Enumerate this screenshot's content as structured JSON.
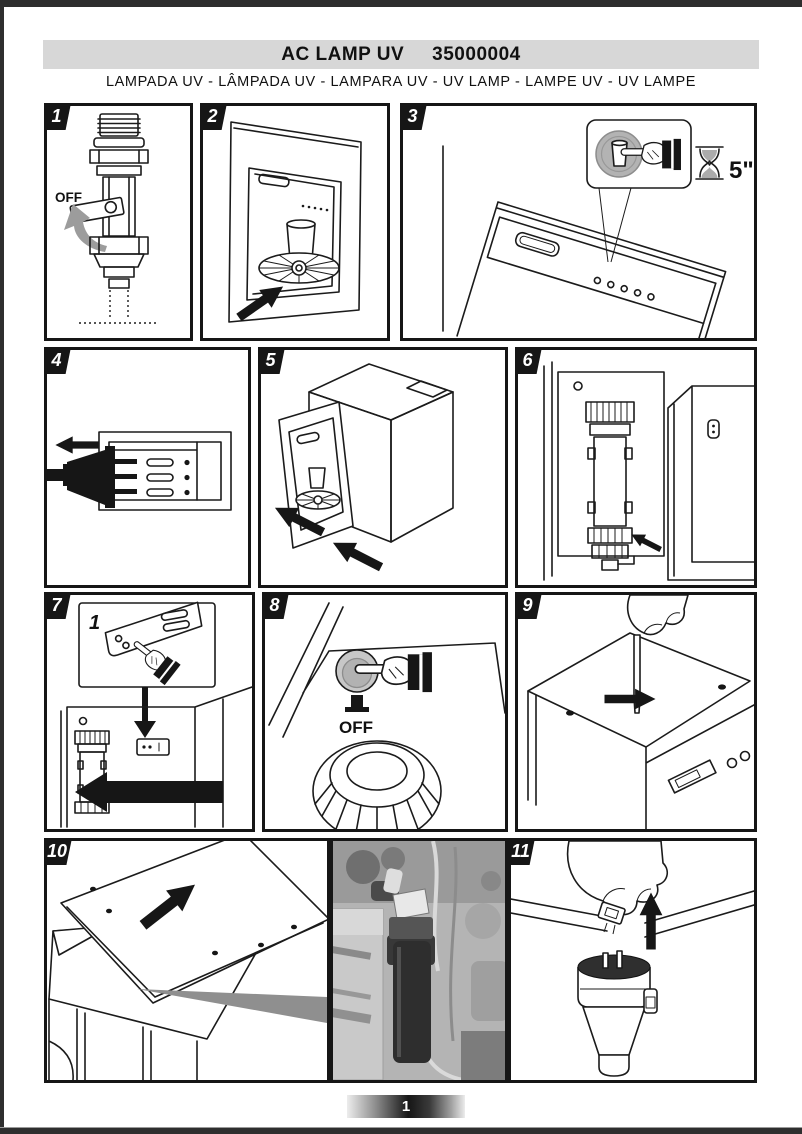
{
  "header": {
    "title": "AC LAMP UV",
    "code": "35000004",
    "subtitle": "LAMPADA UV  -  LÂMPADA UV  - LAMPARA UV  -  UV LAMP  -  LAMPE UV  -  UV LAMPE"
  },
  "panels": [
    {
      "number": "1",
      "illustration": "turn-water-valve-off",
      "off_label": "OFF"
    },
    {
      "number": "2",
      "illustration": "dispenser-niche-with-glass"
    },
    {
      "number": "3",
      "illustration": "press-glass-button-5-seconds",
      "wait_label": "5\"",
      "icons": [
        "glass-button-icon",
        "pointing-hand-icon",
        "hourglass-icon"
      ]
    },
    {
      "number": "4",
      "illustration": "unplug-power-connector"
    },
    {
      "number": "5",
      "illustration": "remove-front-panel-from-unit"
    },
    {
      "number": "6",
      "illustration": "uv-lamp-beside-cabinet"
    },
    {
      "number": "7",
      "illustration": "press-bracket-tab-and-slide-left",
      "inset_number": "1"
    },
    {
      "number": "8",
      "illustration": "switch-lamp-off",
      "off_label": "OFF",
      "icons": [
        "round-button-icon",
        "pointing-hand-icon",
        "plug-icon"
      ]
    },
    {
      "number": "9",
      "illustration": "unscrew-top-cover"
    },
    {
      "number": "10",
      "illustration": "lift-top-cover"
    },
    {
      "number": "11",
      "illustration": "pull-lamp-connector-upward"
    }
  ],
  "photo": {
    "name": "uv-lamp-installed-photo"
  },
  "footer": {
    "page_number": "1"
  },
  "colors": {
    "title_bar_bg": "#d7d7d7",
    "line": "#1b1b1b",
    "gray_arrow": "#9c9c9c",
    "button_gray": "#bfbfbf",
    "inner_sheet_gray": "#cfcfcf",
    "edge_dark": "#2e2e2e"
  }
}
